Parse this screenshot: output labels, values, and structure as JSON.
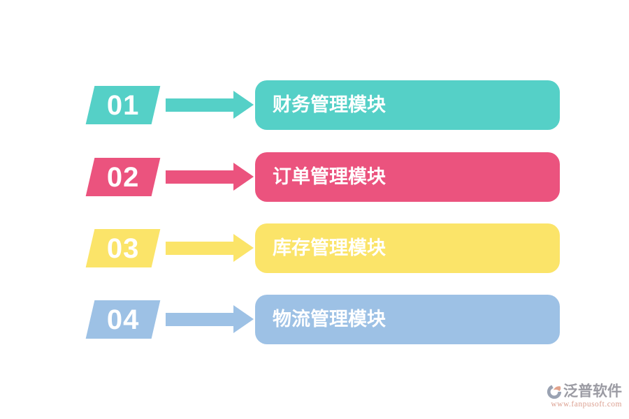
{
  "steps": [
    {
      "number": "01",
      "label": "财务管理模块",
      "color": "#55D0C7"
    },
    {
      "number": "02",
      "label": "订单管理模块",
      "color": "#EB537E"
    },
    {
      "number": "03",
      "label": "库存管理模块",
      "color": "#FBE469"
    },
    {
      "number": "04",
      "label": "物流管理模块",
      "color": "#9DC1E5"
    }
  ],
  "footer": {
    "brand": "泛普软件",
    "url": "www.fanpusoft.com",
    "brand_color": "#9b9ba3",
    "url_color": "#db9f90"
  },
  "icons": {
    "arrow": "arrow-right-icon",
    "logo": "fanpu-logo-icon"
  }
}
